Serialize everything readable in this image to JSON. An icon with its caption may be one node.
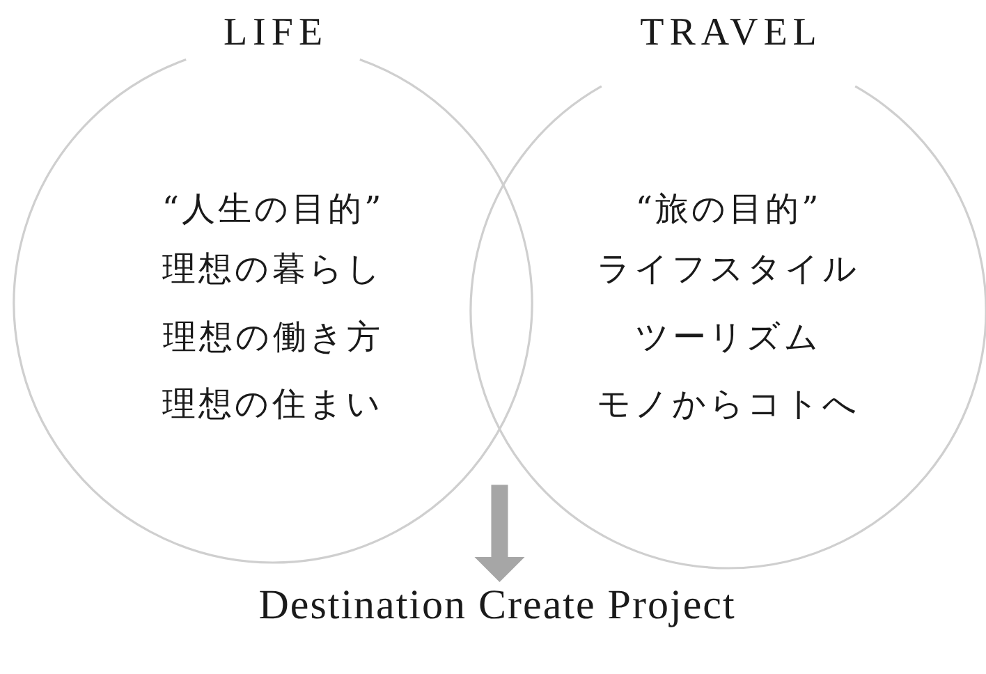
{
  "diagram": {
    "nodes": [
      {
        "text": [
          "LIFE",
          "“人生の目的”",
          "理想の暮らし",
          "理想の働き方",
          "理想の住まい"
        ]
      },
      {
        "text": [
          "TRAVEL",
          "“旅の目的”",
          "ライフスタイル",
          "ツーリズム",
          "モノからコトへ"
        ]
      },
      {
        "text": [
          "Destination Create Project"
        ]
      }
    ],
    "edges": [
      {
        "from": 0,
        "to": 2,
        "arrow": "to",
        "style": "thick",
        "color": "#a6a6a6"
      },
      {
        "from": 1,
        "to": 2,
        "arrow": "to",
        "style": "thick",
        "color": "#a6a6a6"
      }
    ]
  }
}
